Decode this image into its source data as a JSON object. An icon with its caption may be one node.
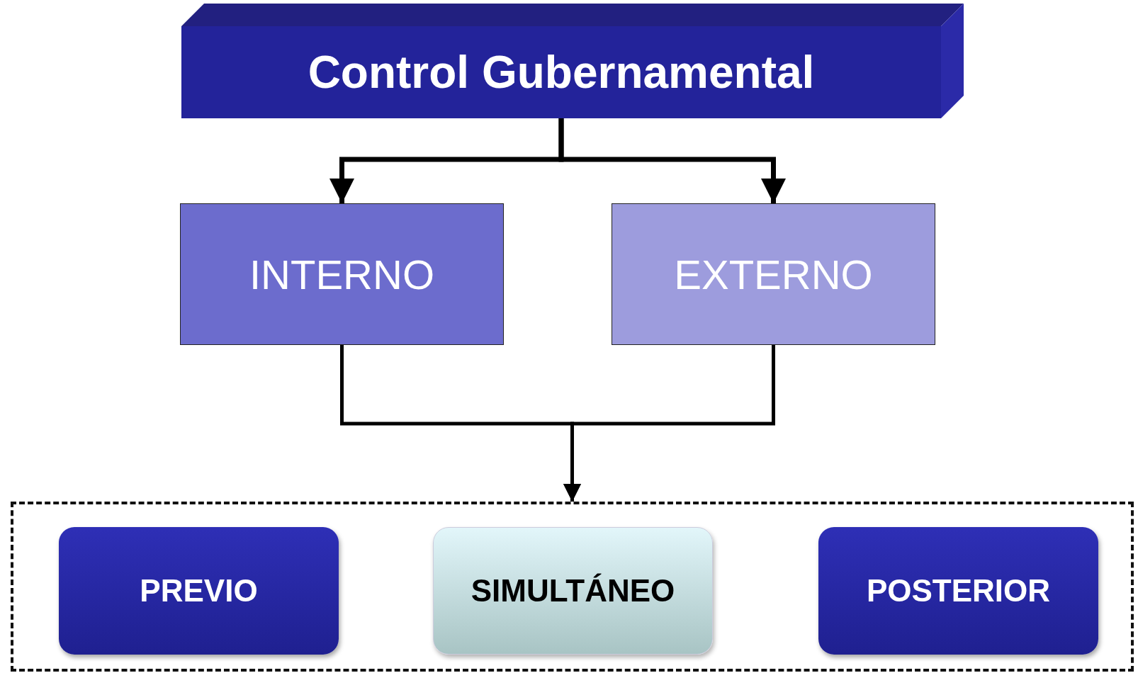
{
  "diagram": {
    "nodes": [
      {
        "text": [
          "Control Gubernamental"
        ]
      },
      {
        "text": [
          "INTERNO"
        ]
      },
      {
        "text": [
          "EXTERNO"
        ]
      },
      {
        "text": [],
        "shape": "box"
      },
      {
        "text": [
          "PREVIO"
        ],
        "in": 3
      },
      {
        "text": [
          "SIMULTÁNEO"
        ],
        "in": 3
      },
      {
        "text": [
          "POSTERIOR"
        ],
        "in": 3
      }
    ],
    "edges": [
      {
        "from": 0,
        "to": 1,
        "arrow": "to"
      },
      {
        "from": 0,
        "to": 2,
        "arrow": "to"
      },
      {
        "from": 1,
        "to": 3,
        "arrow": "to"
      },
      {
        "from": 2,
        "to": 3,
        "arrow": "to"
      }
    ]
  }
}
